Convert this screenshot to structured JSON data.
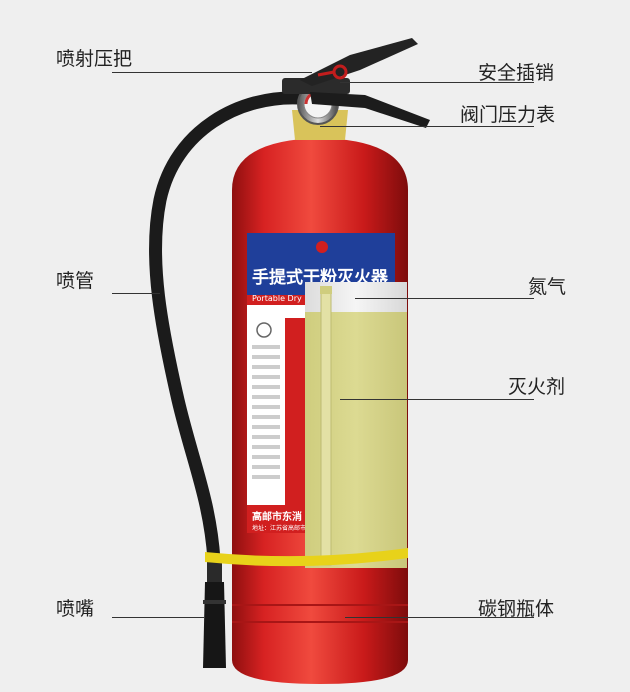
{
  "diagram": {
    "colors": {
      "background": "#efefef",
      "body_red": "#d11f1f",
      "agent_fill": "#d6d48a",
      "gas_fill": "#eeeeee",
      "hose": "#1b1b1b",
      "label_blue": "#1f3f9a"
    },
    "callouts": {
      "spray_handle": "喷射压把",
      "safety_pin": "安全插销",
      "valve_gauge": "阀门压力表",
      "hose": "喷管",
      "nitrogen": "氮气",
      "agent": "灭火剂",
      "nozzle": "喷嘴",
      "cylinder": "碳钢瓶体"
    },
    "product_label": {
      "title": "手提式干粉灭火器",
      "subtitle": "Portable Dry P",
      "manufacturer": "高邮市东消",
      "address": "地址：江苏省高邮市三垛"
    }
  }
}
